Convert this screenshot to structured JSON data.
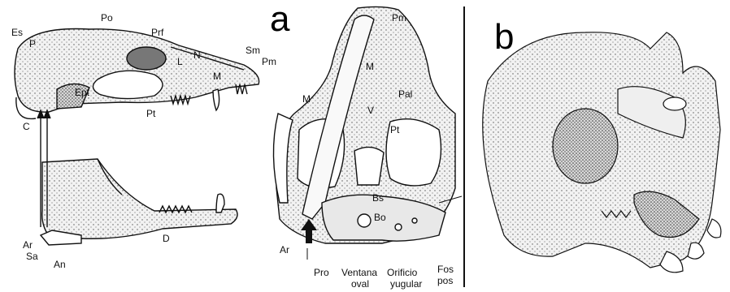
{
  "panels": {
    "a": {
      "letter": "a"
    },
    "b": {
      "letter": "b"
    }
  },
  "lateral_skull": {
    "labels": {
      "Es": "Es",
      "P": "P",
      "Po": "Po",
      "Prf": "Prf",
      "L": "L",
      "N": "N",
      "Sm": "Sm",
      "Pm": "Pm",
      "M": "M",
      "Ept": "Ept",
      "Pt": "Pt",
      "C": "C",
      "Ar": "Ar",
      "Sa": "Sa",
      "An": "An",
      "D": "D"
    }
  },
  "ventral_skull": {
    "labels": {
      "Pm": "Pm",
      "M_top": "M",
      "M_side": "M",
      "Pal": "Pal",
      "V": "V",
      "Pt": "Pt",
      "Bs": "Bs",
      "Bo": "Bo",
      "Ar": "Ar",
      "Pro": "Pro",
      "Ventana_1": "Ventana",
      "Ventana_2": "oval",
      "Orificio_1": "Orificio",
      "Orificio_2": "yugular",
      "Fos_1": "Fos",
      "Fos_2": "pos"
    }
  },
  "colors": {
    "ink": "#111111",
    "bone": "#f4f4f4",
    "shade": "#b9b9b9",
    "fossil": "#e6e6e6"
  }
}
